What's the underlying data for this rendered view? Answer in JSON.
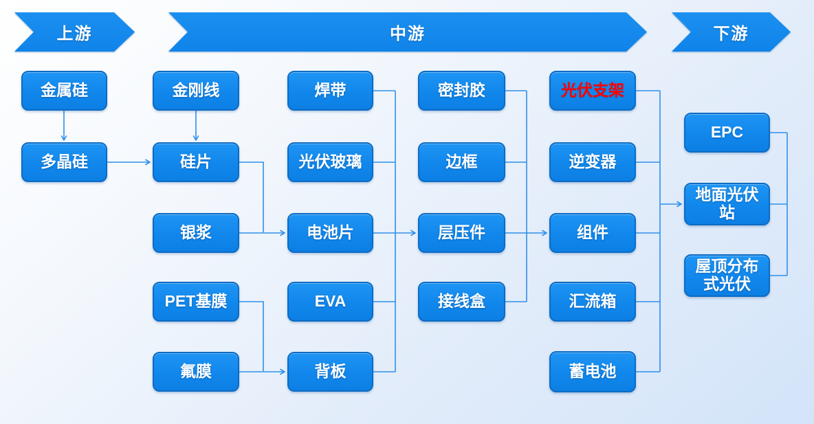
{
  "banners": [
    {
      "id": "upstream",
      "label": "上游"
    },
    {
      "id": "midstream",
      "label": "中游"
    },
    {
      "id": "downstream",
      "label": "下游"
    }
  ],
  "nodes": [
    {
      "id": "metal-silicon",
      "label": "金属硅"
    },
    {
      "id": "polysilicon",
      "label": "多晶硅"
    },
    {
      "id": "diamond-wire",
      "label": "金刚线"
    },
    {
      "id": "silicon-wafer",
      "label": "硅片"
    },
    {
      "id": "silver-paste",
      "label": "银浆"
    },
    {
      "id": "pet-base-film",
      "label": "PET基膜"
    },
    {
      "id": "fluorine-film",
      "label": "氟膜"
    },
    {
      "id": "solder-ribbon",
      "label": "焊带"
    },
    {
      "id": "pv-glass",
      "label": "光伏玻璃"
    },
    {
      "id": "solar-cell",
      "label": "电池片"
    },
    {
      "id": "eva",
      "label": "EVA"
    },
    {
      "id": "backsheet",
      "label": "背板"
    },
    {
      "id": "sealant",
      "label": "密封胶"
    },
    {
      "id": "frame",
      "label": "边框"
    },
    {
      "id": "laminate",
      "label": "层压件"
    },
    {
      "id": "junction-box",
      "label": "接线盒"
    },
    {
      "id": "pv-bracket",
      "label": "光伏支架",
      "highlight": true
    },
    {
      "id": "inverter",
      "label": "逆变器"
    },
    {
      "id": "module",
      "label": "组件"
    },
    {
      "id": "combiner-box",
      "label": "汇流箱"
    },
    {
      "id": "battery",
      "label": "蓄电池"
    },
    {
      "id": "epc",
      "label": "EPC"
    },
    {
      "id": "ground-pv-station",
      "label": "地面光伏\n站"
    },
    {
      "id": "rooftop-distributed-pv",
      "label": "屋顶分布\n式光伏"
    }
  ],
  "colors": {
    "box_fill": "#1187EC",
    "box_border": "#0D6BC2",
    "banner_fill": "#0F83E9",
    "banner_fill_top": "#1B90F0",
    "connector": "#2F8FEA",
    "node_text": "#FFFFFF",
    "highlight_text": "#FF0000",
    "background_start": "#FFFFFF",
    "background_end": "#D3E4F9"
  }
}
